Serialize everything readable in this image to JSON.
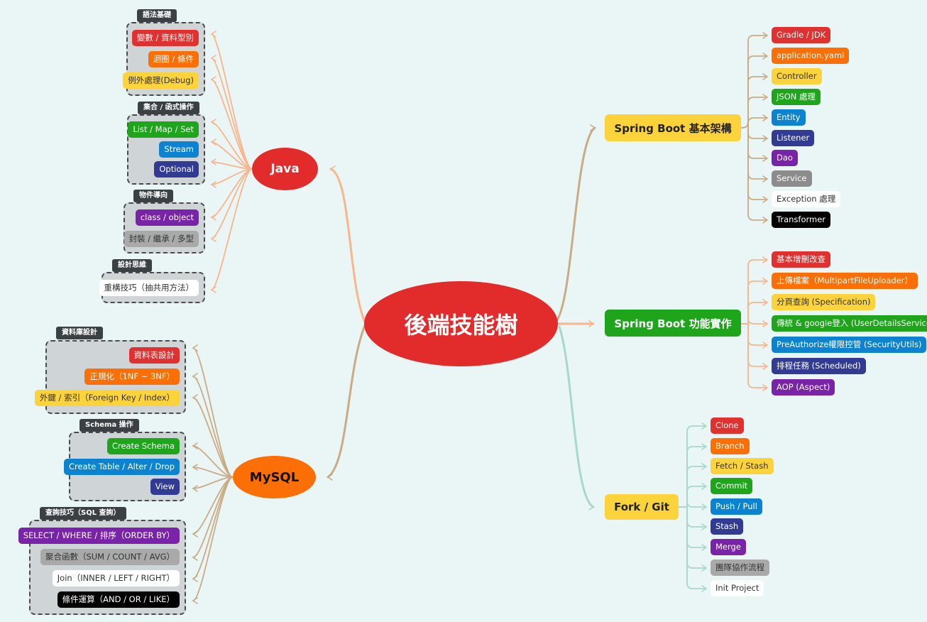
{
  "center": {
    "label": "後端技能樹"
  },
  "java": {
    "label": "Java",
    "groups": [
      {
        "title": "語法基礎",
        "items": [
          {
            "label": "變數 / 資料型別",
            "color": "red"
          },
          {
            "label": "迴圈 / 條件",
            "color": "orange"
          },
          {
            "label": "例外處理(Debug)",
            "color": "yellow"
          }
        ]
      },
      {
        "title": "集合 / 函式操作",
        "items": [
          {
            "label": "List / Map / Set",
            "color": "green"
          },
          {
            "label": "Stream",
            "color": "blue"
          },
          {
            "label": "Optional",
            "color": "navy"
          }
        ]
      },
      {
        "title": "物件導向",
        "items": [
          {
            "label": "class / object",
            "color": "purple"
          },
          {
            "label": "封裝 / 繼承 / 多型",
            "color": "gray2"
          }
        ]
      },
      {
        "title": "設計思維",
        "items": [
          {
            "label": "重構技巧（抽共用方法）",
            "color": "white"
          }
        ]
      }
    ]
  },
  "mysql": {
    "label": "MySQL",
    "groups": [
      {
        "title": "資料庫設計",
        "items": [
          {
            "label": "資料表設計",
            "color": "red"
          },
          {
            "label": "正規化（1NF ~ 3NF）",
            "color": "orange"
          },
          {
            "label": "外鍵 / 索引（Foreign Key / Index）",
            "color": "yellow"
          }
        ]
      },
      {
        "title": "Schema 操作",
        "items": [
          {
            "label": "Create Schema",
            "color": "green"
          },
          {
            "label": "Create Table / Alter / Drop",
            "color": "blue"
          },
          {
            "label": "View",
            "color": "navy"
          }
        ]
      },
      {
        "title": "查詢技巧（SQL 查詢）",
        "items": [
          {
            "label": "SELECT / WHERE / 排序（ORDER BY）",
            "color": "purple"
          },
          {
            "label": "聚合函數（SUM / COUNT / AVG）",
            "color": "gray2"
          },
          {
            "label": "Join（INNER / LEFT / RIGHT）",
            "color": "white"
          },
          {
            "label": "條件運算（AND / OR / LIKE）",
            "color": "black"
          }
        ]
      }
    ]
  },
  "spring_basic": {
    "label": "Spring Boot 基本架構",
    "items": [
      {
        "label": "Gradle / JDK",
        "color": "red"
      },
      {
        "label": "application.yaml",
        "color": "orange"
      },
      {
        "label": "Controller",
        "color": "yellow"
      },
      {
        "label": "JSON 處理",
        "color": "green"
      },
      {
        "label": "Entity",
        "color": "blue"
      },
      {
        "label": "Listener",
        "color": "navy"
      },
      {
        "label": "Dao",
        "color": "purple"
      },
      {
        "label": "Service",
        "color": "gray"
      },
      {
        "label": "Exception 處理",
        "color": "white"
      },
      {
        "label": "Transformer",
        "color": "black"
      }
    ]
  },
  "spring_func": {
    "label": "Spring Boot 功能實作",
    "items": [
      {
        "label": "基本增刪改查",
        "color": "red"
      },
      {
        "label": "上傳檔案（MultipartFileUploader）",
        "color": "orange"
      },
      {
        "label": "分頁查詢 (Specification)",
        "color": "yellow"
      },
      {
        "label": "傳統 & google登入 (UserDetailsService)",
        "color": "green"
      },
      {
        "label": "PreAuthorize權限控管 (SecurityUtils)",
        "color": "blue"
      },
      {
        "label": "排程任務 (Scheduled)",
        "color": "navy"
      },
      {
        "label": "AOP (Aspect)",
        "color": "purple"
      }
    ]
  },
  "git": {
    "label": "Fork / Git",
    "items": [
      {
        "label": "Clone",
        "color": "red"
      },
      {
        "label": "Branch",
        "color": "orange"
      },
      {
        "label": "Fetch / Stash",
        "color": "yellow"
      },
      {
        "label": "Commit",
        "color": "green"
      },
      {
        "label": "Push / Pull",
        "color": "blue"
      },
      {
        "label": "Stash",
        "color": "navy"
      },
      {
        "label": "Merge",
        "color": "purple"
      },
      {
        "label": "團隊協作流程",
        "color": "gray2"
      },
      {
        "label": "Init Project",
        "color": "white"
      }
    ]
  }
}
